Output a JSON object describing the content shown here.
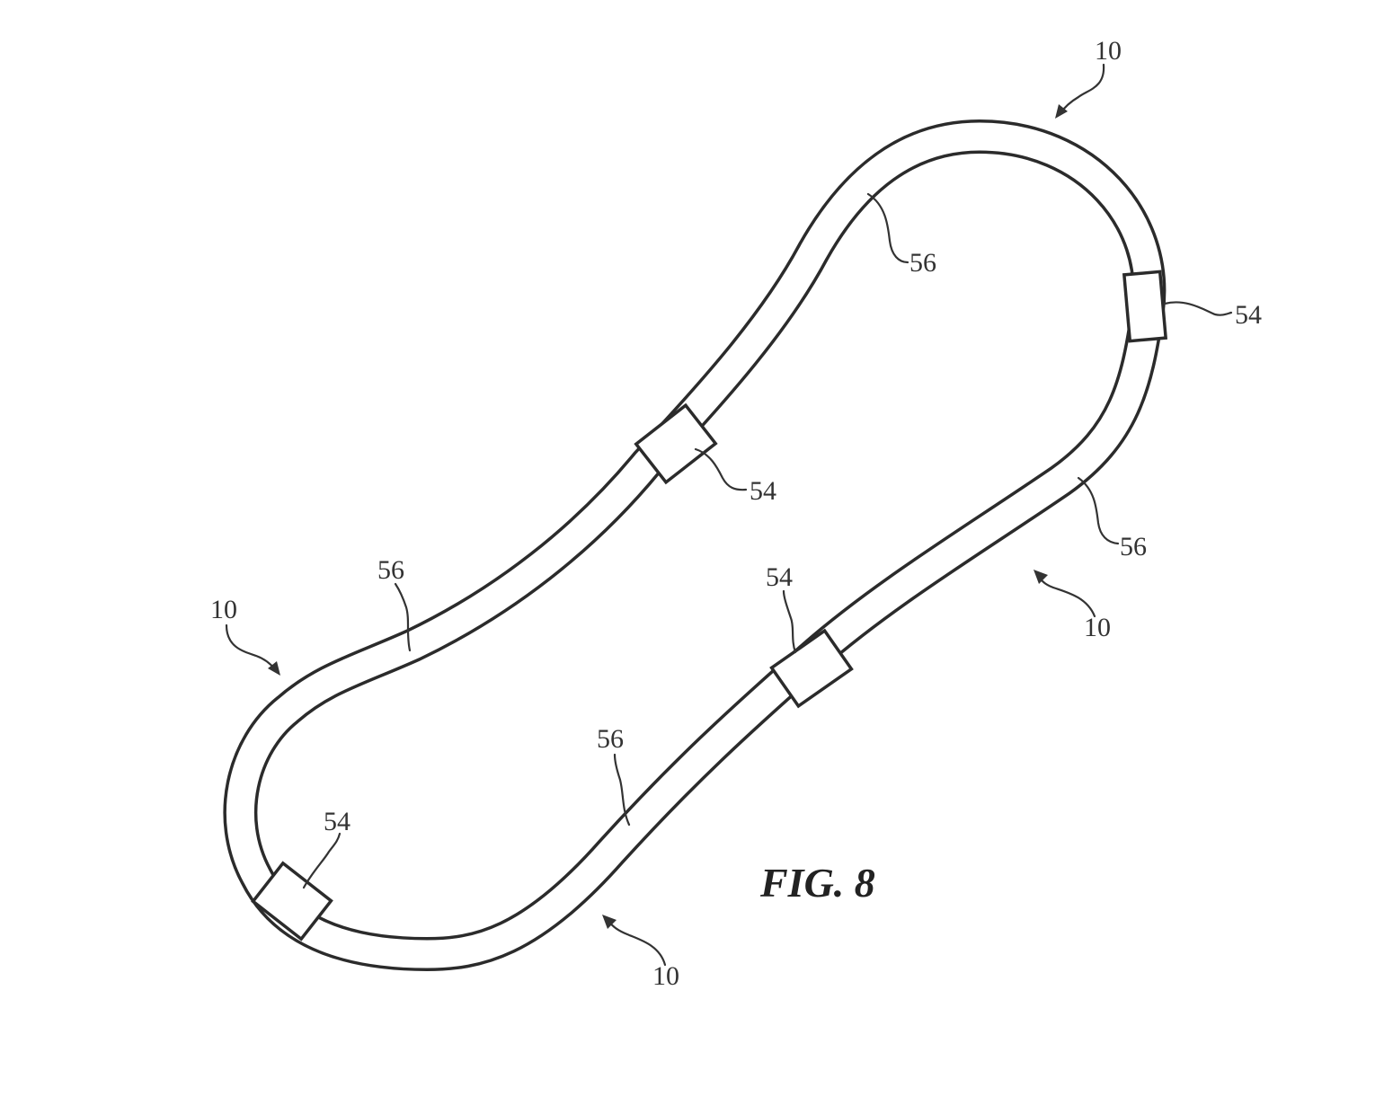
{
  "figure": {
    "caption": "FIG. 8",
    "labels": {
      "ref_10_top": "10",
      "ref_10_left": "10",
      "ref_10_right": "10",
      "ref_10_bottom": "10",
      "ref_54_top_right": "54",
      "ref_54_upper_middle": "54",
      "ref_54_lower_middle": "54",
      "ref_54_bottom_left": "54",
      "ref_56_top": "56",
      "ref_56_right": "56",
      "ref_56_left": "56",
      "ref_56_bottom": "56"
    }
  },
  "colors": {
    "line": "#2b2b2b",
    "background": "#ffffff"
  }
}
